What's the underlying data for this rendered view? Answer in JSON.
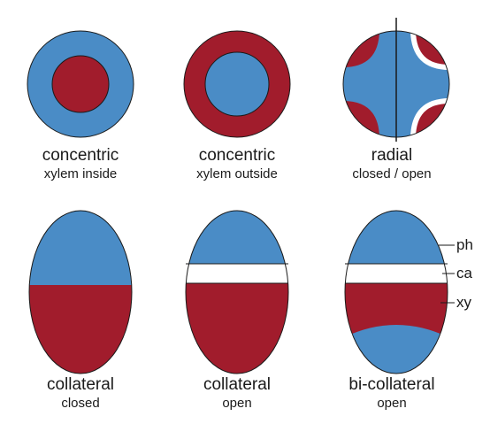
{
  "colors": {
    "phloem": "#4a8cc6",
    "xylem": "#a11c2c",
    "cambium": "#ffffff",
    "outline": "#1a1a1a"
  },
  "panels": [
    {
      "id": "concentric-inside",
      "title": "concentric",
      "subtitle": "xylem inside"
    },
    {
      "id": "concentric-outside",
      "title": "concentric",
      "subtitle": "xylem outside"
    },
    {
      "id": "radial",
      "title": "radial",
      "subtitle": "closed / open"
    },
    {
      "id": "collateral-closed",
      "title": "collateral",
      "subtitle": "closed"
    },
    {
      "id": "collateral-open",
      "title": "collateral",
      "subtitle": "open"
    },
    {
      "id": "bi-collateral",
      "title": "bi-collateral",
      "subtitle": "open"
    }
  ],
  "labels": {
    "ph": "ph",
    "ca": "ca",
    "xy": "xy"
  }
}
